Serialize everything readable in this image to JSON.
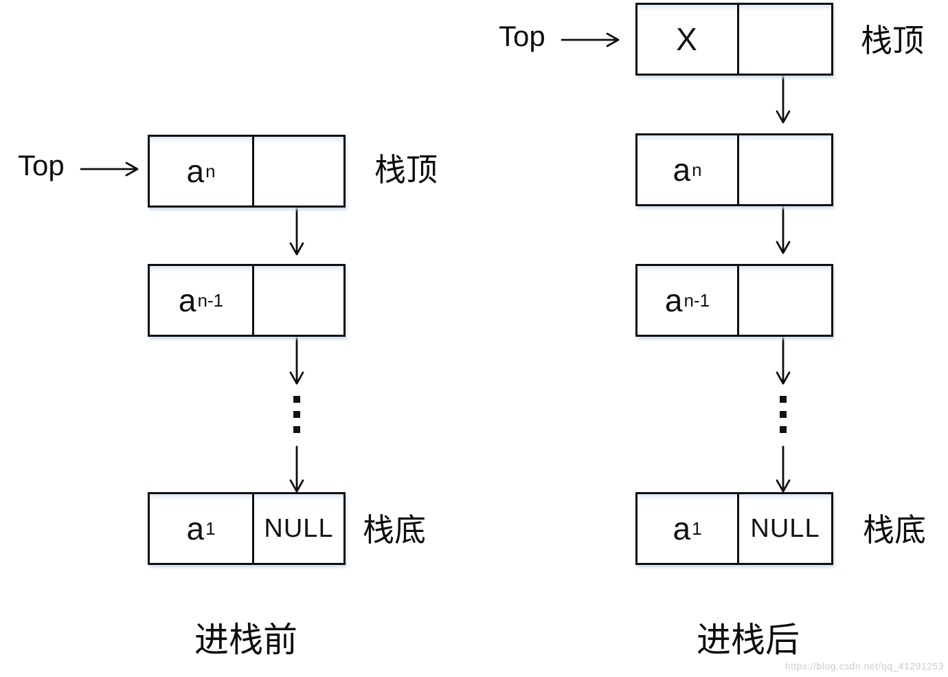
{
  "diagrams": [
    {
      "id": "before-push",
      "caption": "进栈前",
      "pointer_label": "Top",
      "stack_top_label": "栈顶",
      "stack_bottom_label": "栈底",
      "nodes": [
        {
          "data": "a",
          "sub": "n",
          "next": ""
        },
        {
          "data": "a",
          "sub": "n-1",
          "next": ""
        },
        {
          "data": "a",
          "sub": "1",
          "next": "NULL"
        }
      ]
    },
    {
      "id": "after-push",
      "caption": "进栈后",
      "pointer_label": "Top",
      "stack_top_label": "栈顶",
      "stack_bottom_label": "栈底",
      "nodes": [
        {
          "data": "X",
          "sub": "",
          "next": ""
        },
        {
          "data": "a",
          "sub": "n",
          "next": ""
        },
        {
          "data": "a",
          "sub": "n-1",
          "next": ""
        },
        {
          "data": "a",
          "sub": "1",
          "next": "NULL"
        }
      ]
    }
  ],
  "watermark": "https://blog.csdn.net/qq_41291253",
  "colors": {
    "stroke": "#0d0d0d",
    "box_shadow": "#c7d8ee",
    "watermark_text": "#cbcbcb",
    "background": "#ffffff"
  }
}
